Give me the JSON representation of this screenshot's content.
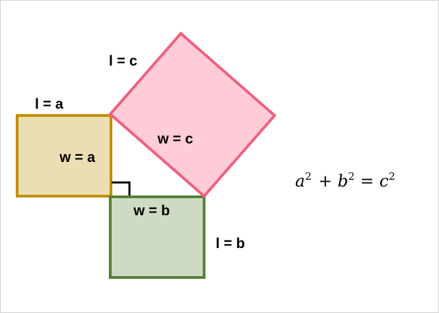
{
  "labels": {
    "yellow_length": "l = a",
    "yellow_width": "w = a",
    "pink_length": "l = c",
    "pink_width": "w = c",
    "green_width": "w = b",
    "green_length": "l = b"
  },
  "equation": {
    "a": "a",
    "b": "b",
    "c": "c",
    "exp": "2",
    "plus": "+",
    "equals": "="
  },
  "colors": {
    "yellow_fill": "#ecdeb3",
    "yellow_stroke": "#c09000",
    "pink_fill": "#ffccd8",
    "pink_stroke": "#f06080",
    "green_fill": "#cfdac4",
    "green_stroke": "#548235"
  }
}
